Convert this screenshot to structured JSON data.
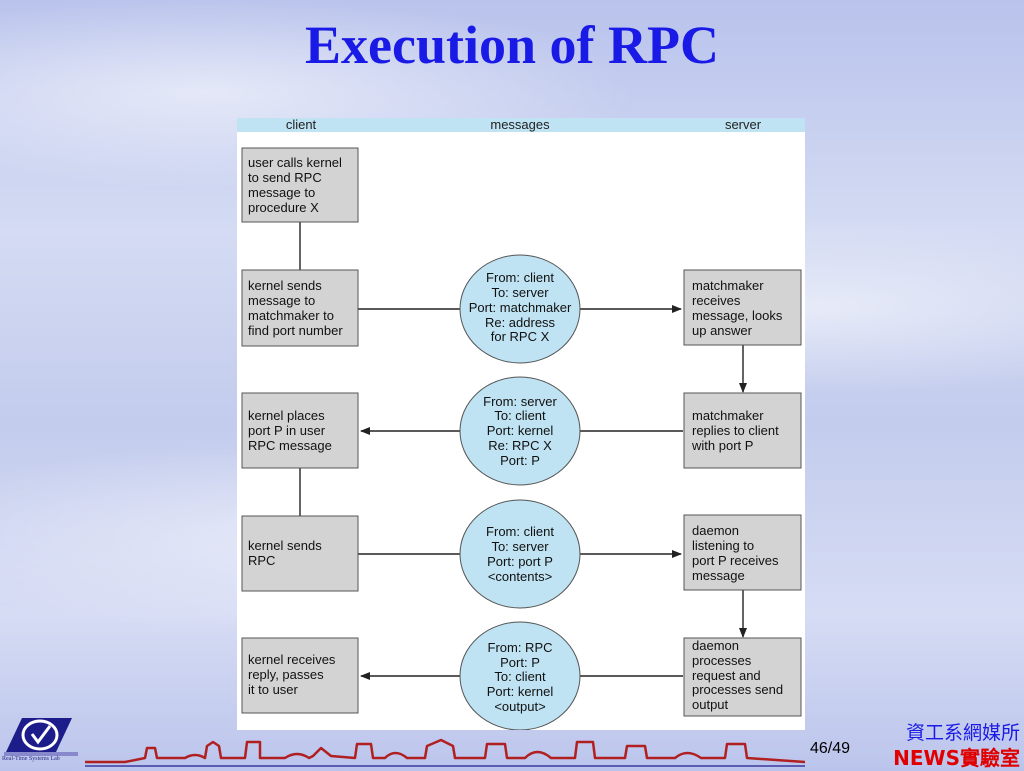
{
  "slide": {
    "title": "Execution of RPC",
    "page_current": "46",
    "page_total": "49",
    "department": "資工系網媒所",
    "lab_name": "NEWS實驗室",
    "logo_caption": "Real-Time Systems Lab"
  },
  "diagram": {
    "columns": {
      "client": "client",
      "messages": "messages",
      "server": "server"
    },
    "client_boxes": [
      [
        "user calls kernel",
        "to send RPC",
        "message to",
        "procedure X"
      ],
      [
        "kernel sends",
        "message to",
        "matchmaker to",
        "find port number"
      ],
      [
        "kernel places",
        "port P in user",
        "RPC message"
      ],
      [
        "kernel sends",
        "RPC"
      ],
      [
        "kernel receives",
        "reply, passes",
        "it to user"
      ]
    ],
    "messages": [
      [
        "From: client",
        "To: server",
        "Port: matchmaker",
        "Re: address",
        "for RPC X"
      ],
      [
        "From: server",
        "To: client",
        "Port: kernel",
        "Re: RPC X",
        "Port: P"
      ],
      [
        "From: client",
        "To: server",
        "Port: port P",
        "<contents>"
      ],
      [
        "From: RPC",
        "Port: P",
        "To: client",
        "Port: kernel",
        "<output>"
      ]
    ],
    "server_boxes": [
      [
        "matchmaker",
        "receives",
        "message, looks",
        "up answer"
      ],
      [
        "matchmaker",
        "replies to client",
        "with port P"
      ],
      [
        "daemon",
        "listening to",
        "port P receives",
        "message"
      ],
      [
        "daemon",
        "processes",
        "request and",
        "processes send",
        "output"
      ]
    ]
  }
}
